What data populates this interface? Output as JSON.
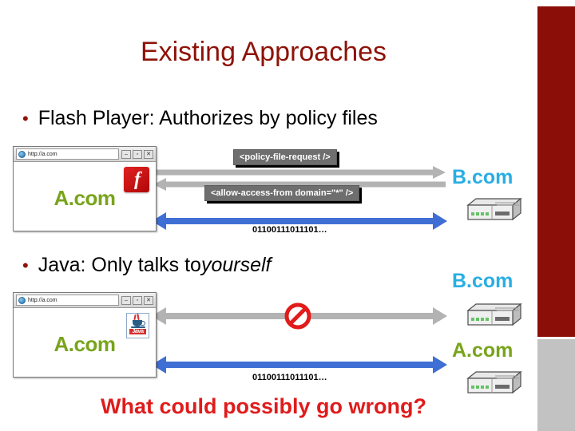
{
  "slide": {
    "title": "Existing Approaches",
    "bullets": [
      {
        "marker": "•",
        "text_before": "Flash Player: Authorizes by policy files",
        "emphasis": "",
        "text_after": ""
      },
      {
        "marker": "•",
        "text_before": "Java: Only talks to ",
        "emphasis": "yourself",
        "text_after": ""
      }
    ],
    "closing_question": "What could possibly go wrong?"
  },
  "diagram_flash": {
    "browser": {
      "url": "http://a.com",
      "site_label": "A.com",
      "plugin_icon": "flash-icon",
      "plugin_label": "f",
      "window_buttons": [
        "minimize",
        "maximize",
        "close"
      ],
      "minimize_glyph": "–",
      "maximize_glyph": "▫",
      "close_glyph": "✕"
    },
    "messages": [
      {
        "label": "<policy-file-request />",
        "direction": "right",
        "color": "#B3B3B3"
      },
      {
        "label": "<allow-access-from domain=\"*\" />",
        "direction": "left",
        "color": "#B3B3B3"
      },
      {
        "label": "01100111011101…",
        "direction": "both",
        "color": "#3F6FD4"
      }
    ],
    "remote_host": {
      "name": "B.com",
      "color": "#29AEE3",
      "icon": "server-icon"
    }
  },
  "diagram_java": {
    "browser": {
      "url": "http://a.com",
      "site_label": "A.com",
      "plugin_icon": "java-icon",
      "plugin_label": "Java",
      "window_buttons": [
        "minimize",
        "maximize",
        "close"
      ],
      "minimize_glyph": "–",
      "maximize_glyph": "▫",
      "close_glyph": "✕"
    },
    "messages": [
      {
        "label": "",
        "direction": "both",
        "color": "#B3B3B3",
        "blocked": true,
        "blocked_icon": "no-entry-icon"
      },
      {
        "label": "01100111011101…",
        "direction": "both",
        "color": "#3F6FD4"
      }
    ],
    "remote_hosts": [
      {
        "name": "B.com",
        "color": "#29AEE3",
        "icon": "server-icon"
      },
      {
        "name": "A.com",
        "color": "#78A41B",
        "icon": "server-icon"
      }
    ]
  },
  "theme": {
    "title_color": "#8E1208",
    "accent_red": "#8C0E08",
    "closing_color": "#E01B1B",
    "sidebar_gray": "#C2C2C2",
    "label_bg": "#6E6E6E"
  }
}
